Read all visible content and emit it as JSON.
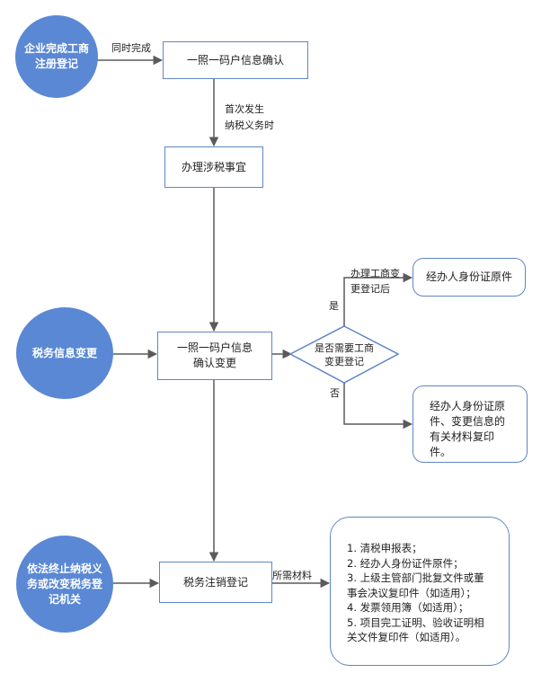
{
  "start_nodes": {
    "company_registration": "企业完成工商注册登记",
    "tax_info_change": "税务信息变更",
    "terminate_obligation": "依法终止纳税义务或改变税务登记机关"
  },
  "process_nodes": {
    "confirm_info": "一照一码户信息确认",
    "handle_tax": "办理涉税事宜",
    "confirm_change": "一照一码户信息确认变更",
    "tax_cancel": "税务注销登记"
  },
  "decision": {
    "text": "是否需要工商变更登记"
  },
  "edge_labels": {
    "same_time": "同时完成",
    "first_tax": "首次发生\n纳税义务时",
    "yes": "是",
    "no": "否",
    "after_change": "办理工商变\n更登记后",
    "materials": "所需材料"
  },
  "result_nodes": {
    "yes_result": "经办人身份证原件",
    "no_result": "经办人身份证原件、变更信息的有关材料复印件。"
  },
  "materials_list": [
    "1.  清税申报表；",
    "2.  经办人身份证件原件；",
    "3.  上级主管部门批复文件或董事会决议复印件（如适用）；",
    "4.  发票领用簿（如适用）；",
    "5.  项目完工证明、验收证明相关文件复印件（如适用）。"
  ],
  "colors": {
    "circle_fill": "#5b88d4",
    "box_border": "#5f86c6",
    "arrow": "#5a5a5a"
  }
}
